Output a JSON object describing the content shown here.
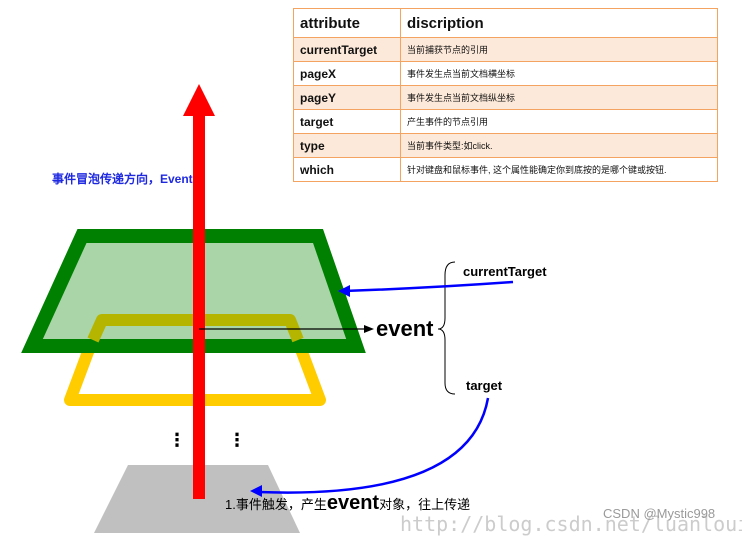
{
  "table": {
    "headers": [
      "attribute",
      "discription"
    ],
    "rows": [
      {
        "attribute": "currentTarget",
        "description": "当前捕获节点的引用"
      },
      {
        "attribute": "pageX",
        "description": "事件发生点当前文档横坐标"
      },
      {
        "attribute": "pageY",
        "description": "事件发生点当前文档纵坐标"
      },
      {
        "attribute": "target",
        "description": "产生事件的节点引用"
      },
      {
        "attribute": "type",
        "description": "当前事件类型:如click."
      },
      {
        "attribute": "which",
        "description": "针对键盘和鼠标事件, 这个属性能确定你到底按的是哪个键或按钮."
      }
    ]
  },
  "diagram": {
    "bubble_direction": "事件冒泡传递方向，Event",
    "event": "event",
    "current_target": "currentTarget",
    "target": "target",
    "trigger_prefix": "1.事件触发，产生",
    "trigger_event": "event",
    "trigger_suffix": "对象，往上传递",
    "dots": "⋮"
  },
  "watermark": {
    "url": "http://blog.csdn.net/luanlouis",
    "csdn": "CSDN @Mystic998"
  },
  "colors": {
    "arrow": "#ff0000",
    "green_frame": "#008000",
    "green_fill": "#a9d5a9",
    "yellow_frame": "#ffcc00",
    "olive": "#b5b500",
    "pointer": "#0000ff",
    "base": "#c0c0c0",
    "table_border": "#f4a460",
    "table_stripe": "#fde9d9"
  }
}
